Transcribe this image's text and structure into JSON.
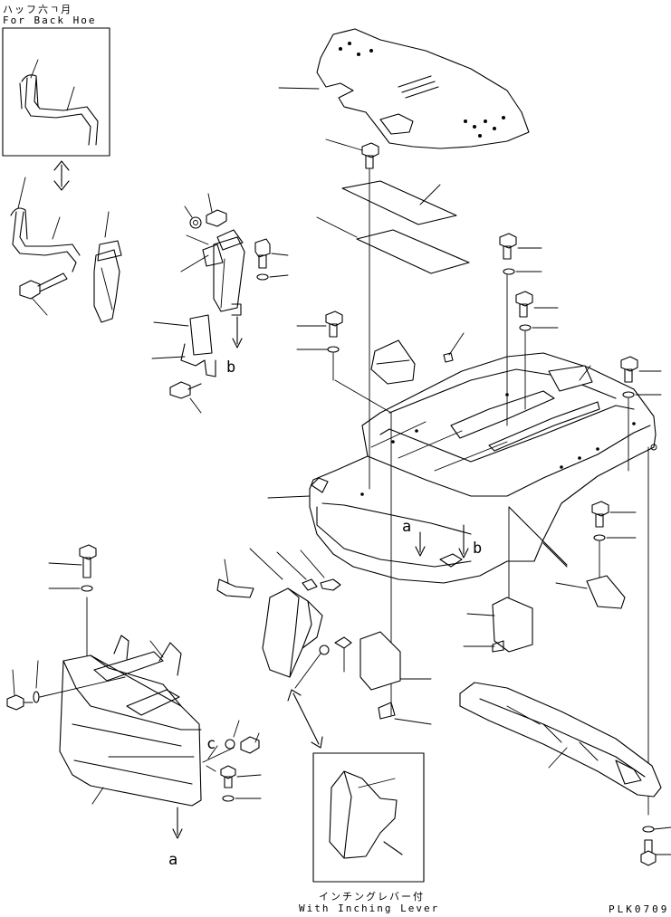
{
  "inset_back_hoe": {
    "title_jp": "ハッフ六ㄱ月",
    "title_en": "For Back Hoe"
  },
  "inset_inching": {
    "title_jp": "インチングレバー付",
    "title_en": "With Inching Lever"
  },
  "labels": {
    "a_main": "a",
    "b_main": "b",
    "b_handle": "b",
    "c_cover": "c",
    "a_bottom": "a"
  },
  "drawing_code": "PLK0709"
}
